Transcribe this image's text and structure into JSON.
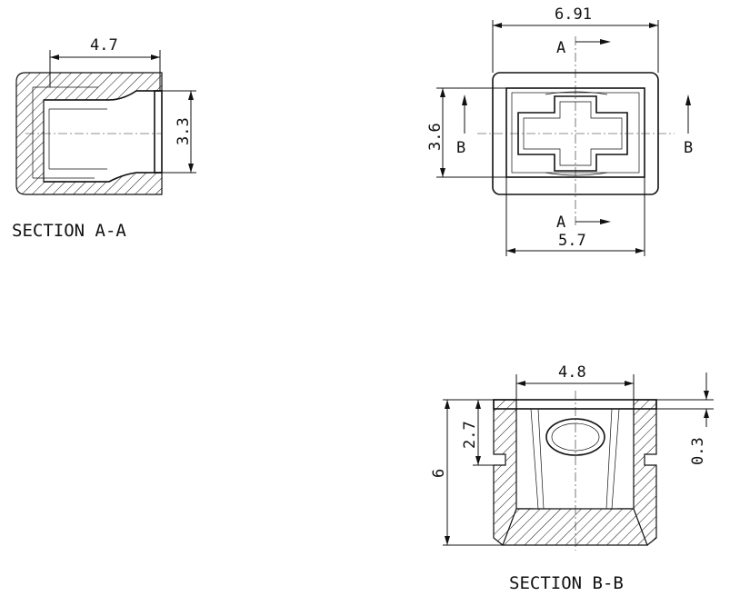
{
  "section_aa": {
    "title": "SECTION A-A",
    "dim_width": "4.7",
    "dim_opening": "3.3"
  },
  "top_view": {
    "dim_outer_width": "6.91",
    "dim_inner_width": "5.7",
    "dim_height": "3.6",
    "label_a_top": "A",
    "label_a_bottom": "A",
    "label_b_left": "B",
    "label_b_right": "B"
  },
  "section_bb": {
    "title": "SECTION B-B",
    "dim_inner_width": "4.8",
    "dim_depth": "2.7",
    "dim_total_height": "6",
    "dim_step": "0.3"
  }
}
